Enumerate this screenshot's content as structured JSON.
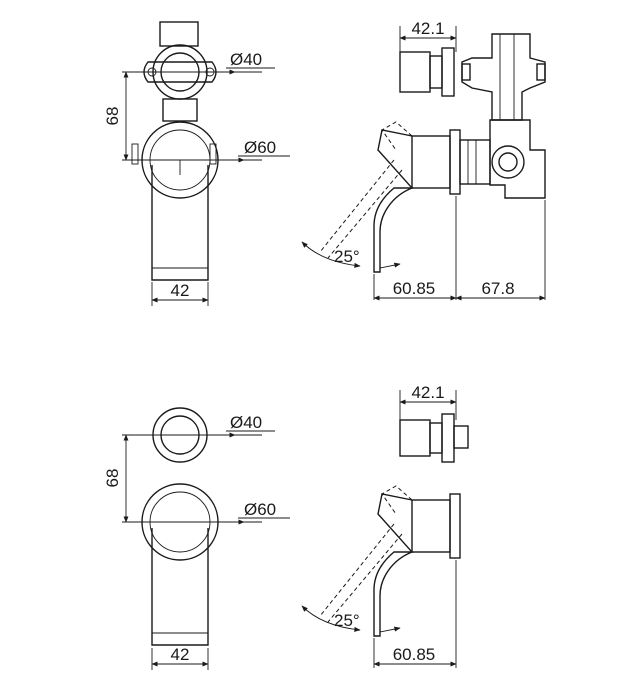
{
  "upper": {
    "front": {
      "small_dia": "Ø40",
      "large_dia": "Ø60",
      "height": "68",
      "width": "42"
    },
    "side": {
      "top_width": "42.1",
      "angle": "25°",
      "depth_front": "60.85",
      "depth_rear": "67.8"
    }
  },
  "lower": {
    "front": {
      "small_dia": "Ø40",
      "large_dia": "Ø60",
      "height": "68",
      "width": "42"
    },
    "side": {
      "top_width": "42.1",
      "angle": "25°",
      "depth_front": "60.85"
    }
  }
}
